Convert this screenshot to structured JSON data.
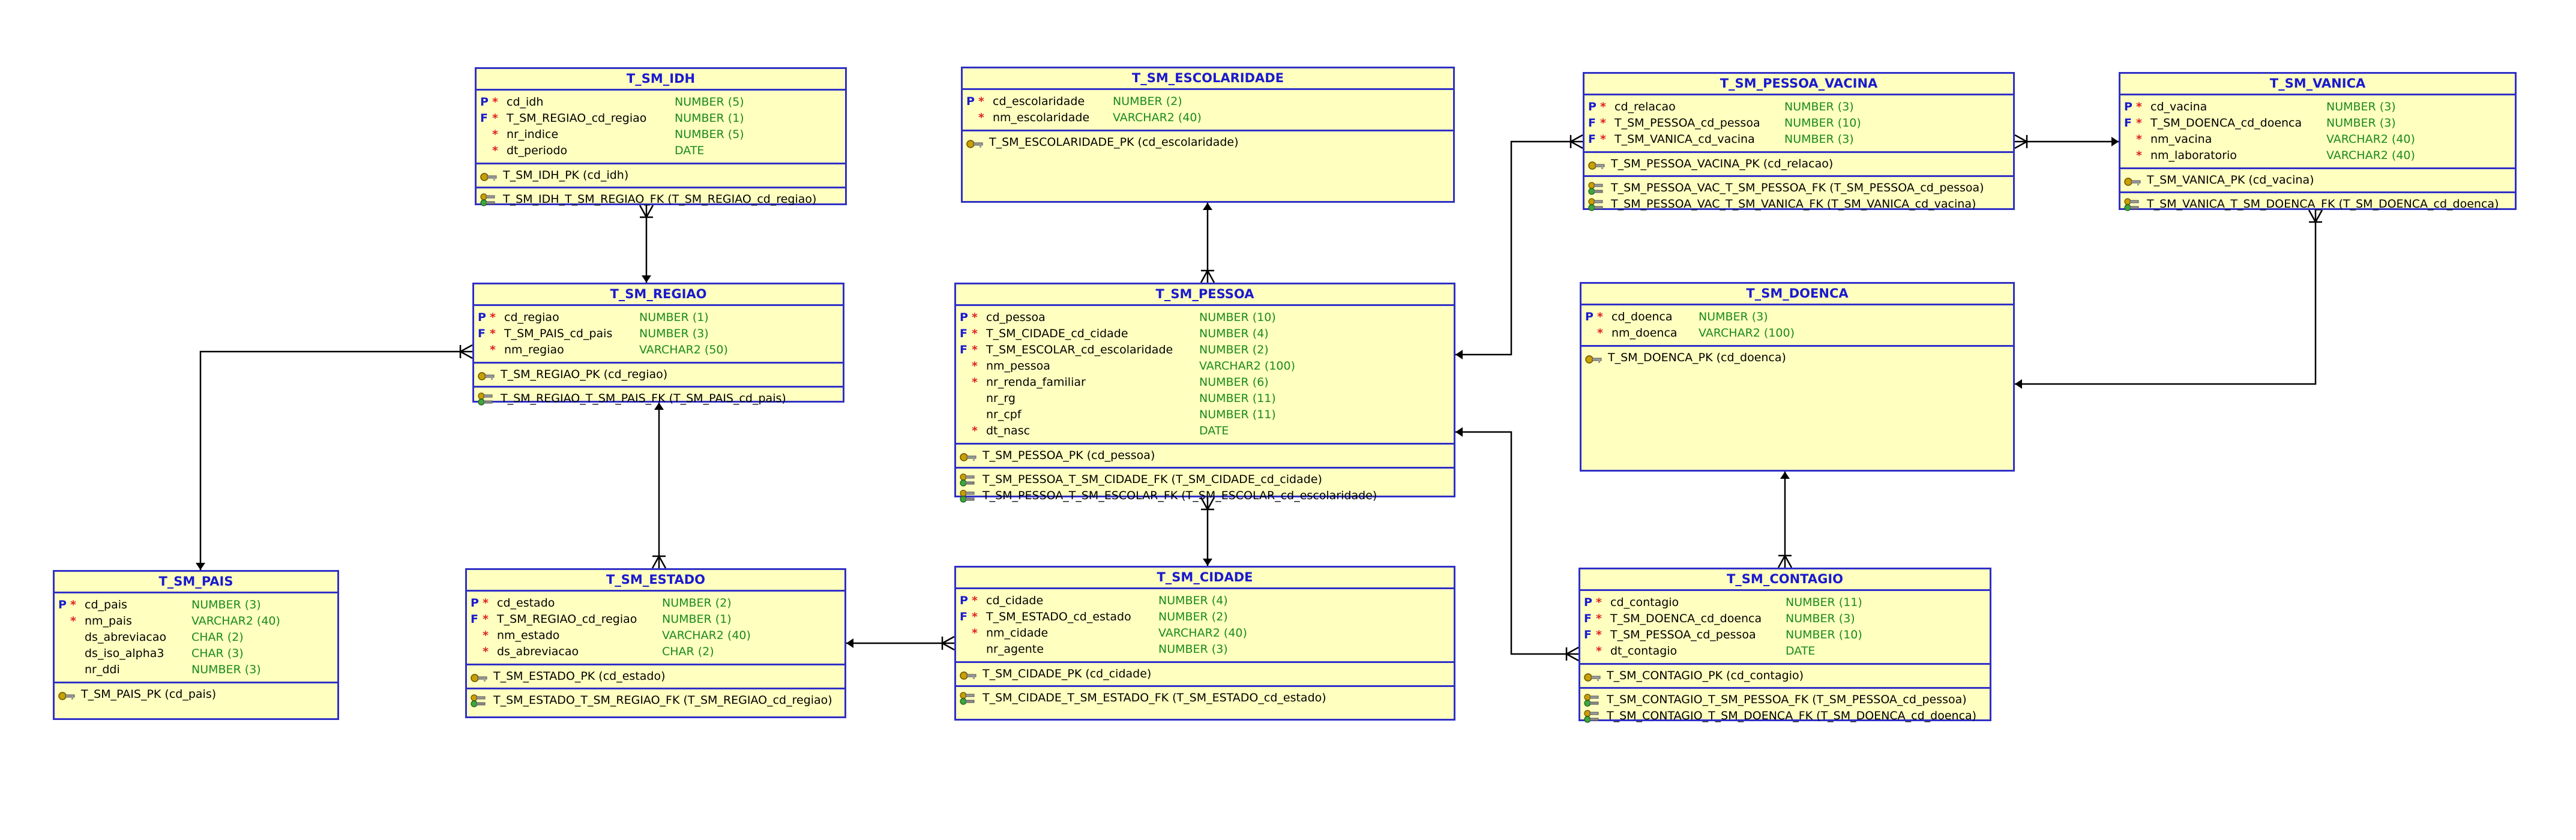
{
  "tables": [
    {
      "id": "t_idh",
      "name": "T_SM_IDH",
      "columns": [
        {
          "key": "P",
          "req": "*",
          "name": "cd_idh",
          "type": "NUMBER (5)"
        },
        {
          "key": "F",
          "req": "*",
          "name": "T_SM_REGIAO_cd_regiao",
          "type": "NUMBER (1)"
        },
        {
          "key": "",
          "req": "*",
          "name": "nr_indice",
          "type": "NUMBER (5)"
        },
        {
          "key": "",
          "req": "*",
          "name": "dt_periodo",
          "type": "DATE"
        }
      ],
      "pks": [
        "T_SM_IDH_PK (cd_idh)"
      ],
      "fks": [
        "T_SM_IDH_T_SM_REGIAO_FK (T_SM_REGIAO_cd_regiao)"
      ]
    },
    {
      "id": "t_regiao",
      "name": "T_SM_REGIAO",
      "columns": [
        {
          "key": "P",
          "req": "*",
          "name": "cd_regiao",
          "type": "NUMBER (1)"
        },
        {
          "key": "F",
          "req": "*",
          "name": "T_SM_PAIS_cd_pais",
          "type": "NUMBER (3)"
        },
        {
          "key": "",
          "req": "*",
          "name": "nm_regiao",
          "type": "VARCHAR2 (50)"
        }
      ],
      "pks": [
        "T_SM_REGIAO_PK (cd_regiao)"
      ],
      "fks": [
        "T_SM_REGIAO_T_SM_PAIS_FK (T_SM_PAIS_cd_pais)"
      ]
    },
    {
      "id": "t_pais",
      "name": "T_SM_PAIS",
      "columns": [
        {
          "key": "P",
          "req": "*",
          "name": "cd_pais",
          "type": "NUMBER (3)"
        },
        {
          "key": "",
          "req": "*",
          "name": "nm_pais",
          "type": "VARCHAR2 (40)"
        },
        {
          "key": "",
          "req": "",
          "name": "ds_abreviacao",
          "type": "CHAR (2)"
        },
        {
          "key": "",
          "req": "",
          "name": "ds_iso_alpha3",
          "type": "CHAR (3)"
        },
        {
          "key": "",
          "req": "",
          "name": "nr_ddi",
          "type": "NUMBER (3)"
        }
      ],
      "pks": [
        "T_SM_PAIS_PK (cd_pais)"
      ],
      "fks": []
    },
    {
      "id": "t_estado",
      "name": "T_SM_ESTADO",
      "columns": [
        {
          "key": "P",
          "req": "*",
          "name": "cd_estado",
          "type": "NUMBER (2)"
        },
        {
          "key": "F",
          "req": "*",
          "name": "T_SM_REGIAO_cd_regiao",
          "type": "NUMBER (1)"
        },
        {
          "key": "",
          "req": "*",
          "name": "nm_estado",
          "type": "VARCHAR2 (40)"
        },
        {
          "key": "",
          "req": "*",
          "name": "ds_abreviacao",
          "type": "CHAR (2)"
        }
      ],
      "pks": [
        "T_SM_ESTADO_PK (cd_estado)"
      ],
      "fks": [
        "T_SM_ESTADO_T_SM_REGIAO_FK (T_SM_REGIAO_cd_regiao)"
      ]
    },
    {
      "id": "t_escolaridade",
      "name": "T_SM_ESCOLARIDADE",
      "columns": [
        {
          "key": "P",
          "req": "*",
          "name": "cd_escolaridade",
          "type": "NUMBER (2)"
        },
        {
          "key": "",
          "req": "*",
          "name": "nm_escolaridade",
          "type": "VARCHAR2 (40)"
        }
      ],
      "pks": [
        "T_SM_ESCOLARIDADE_PK (cd_escolaridade)"
      ],
      "fks": []
    },
    {
      "id": "t_pessoa",
      "name": "T_SM_PESSOA",
      "columns": [
        {
          "key": "P",
          "req": "*",
          "name": "cd_pessoa",
          "type": "NUMBER (10)"
        },
        {
          "key": "F",
          "req": "*",
          "name": "T_SM_CIDADE_cd_cidade",
          "type": "NUMBER (4)"
        },
        {
          "key": "F",
          "req": "*",
          "name": "T_SM_ESCOLAR_cd_escolaridade",
          "type": "NUMBER (2)"
        },
        {
          "key": "",
          "req": "*",
          "name": "nm_pessoa",
          "type": "VARCHAR2 (100)"
        },
        {
          "key": "",
          "req": "*",
          "name": "nr_renda_familiar",
          "type": "NUMBER (6)"
        },
        {
          "key": "",
          "req": "",
          "name": "nr_rg",
          "type": "NUMBER (11)"
        },
        {
          "key": "",
          "req": "",
          "name": "nr_cpf",
          "type": "NUMBER (11)"
        },
        {
          "key": "",
          "req": "*",
          "name": "dt_nasc",
          "type": "DATE"
        }
      ],
      "pks": [
        "T_SM_PESSOA_PK (cd_pessoa)"
      ],
      "fks": [
        "T_SM_PESSOA_T_SM_CIDADE_FK (T_SM_CIDADE_cd_cidade)",
        "T_SM_PESSOA_T_SM_ESCOLAR_FK (T_SM_ESCOLAR_cd_escolaridade)"
      ]
    },
    {
      "id": "t_cidade",
      "name": "T_SM_CIDADE",
      "columns": [
        {
          "key": "P",
          "req": "*",
          "name": "cd_cidade",
          "type": "NUMBER (4)"
        },
        {
          "key": "F",
          "req": "*",
          "name": "T_SM_ESTADO_cd_estado",
          "type": "NUMBER (2)"
        },
        {
          "key": "",
          "req": "*",
          "name": "nm_cidade",
          "type": "VARCHAR2 (40)"
        },
        {
          "key": "",
          "req": "",
          "name": "nr_agente",
          "type": "NUMBER (3)"
        }
      ],
      "pks": [
        "T_SM_CIDADE_PK (cd_cidade)"
      ],
      "fks": [
        "T_SM_CIDADE_T_SM_ESTADO_FK (T_SM_ESTADO_cd_estado)"
      ]
    },
    {
      "id": "t_pessoa_vacina",
      "name": "T_SM_PESSOA_VACINA",
      "columns": [
        {
          "key": "P",
          "req": "*",
          "name": "cd_relacao",
          "type": "NUMBER (3)"
        },
        {
          "key": "F",
          "req": "*",
          "name": "T_SM_PESSOA_cd_pessoa",
          "type": "NUMBER (10)"
        },
        {
          "key": "F",
          "req": "*",
          "name": "T_SM_VANICA_cd_vacina",
          "type": "NUMBER (3)"
        }
      ],
      "pks": [
        "T_SM_PESSOA_VACINA_PK (cd_relacao)"
      ],
      "fks": [
        "T_SM_PESSOA_VAC_T_SM_PESSOA_FK (T_SM_PESSOA_cd_pessoa)",
        "T_SM_PESSOA_VAC_T_SM_VANICA_FK (T_SM_VANICA_cd_vacina)"
      ]
    },
    {
      "id": "t_vanica",
      "name": "T_SM_VANICA",
      "columns": [
        {
          "key": "P",
          "req": "*",
          "name": "cd_vacina",
          "type": "NUMBER (3)"
        },
        {
          "key": "F",
          "req": "*",
          "name": "T_SM_DOENCA_cd_doenca",
          "type": "NUMBER (3)"
        },
        {
          "key": "",
          "req": "*",
          "name": "nm_vacina",
          "type": "VARCHAR2 (40)"
        },
        {
          "key": "",
          "req": "*",
          "name": "nm_laboratorio",
          "type": "VARCHAR2 (40)"
        }
      ],
      "pks": [
        "T_SM_VANICA_PK (cd_vacina)"
      ],
      "fks": [
        "T_SM_VANICA_T_SM_DOENCA_FK (T_SM_DOENCA_cd_doenca)"
      ]
    },
    {
      "id": "t_doenca",
      "name": "T_SM_DOENCA",
      "columns": [
        {
          "key": "P",
          "req": "*",
          "name": "cd_doenca",
          "type": "NUMBER (3)"
        },
        {
          "key": "",
          "req": "*",
          "name": "nm_doenca",
          "type": "VARCHAR2 (100)"
        }
      ],
      "pks": [
        "T_SM_DOENCA_PK (cd_doenca)"
      ],
      "fks": []
    },
    {
      "id": "t_contagio",
      "name": "T_SM_CONTAGIO",
      "columns": [
        {
          "key": "P",
          "req": "*",
          "name": "cd_contagio",
          "type": "NUMBER (11)"
        },
        {
          "key": "F",
          "req": "*",
          "name": "T_SM_DOENCA_cd_doenca",
          "type": "NUMBER (3)"
        },
        {
          "key": "F",
          "req": "*",
          "name": "T_SM_PESSOA_cd_pessoa",
          "type": "NUMBER (10)"
        },
        {
          "key": "",
          "req": "*",
          "name": "dt_contagio",
          "type": "DATE"
        }
      ],
      "pks": [
        "T_SM_CONTAGIO_PK (cd_contagio)"
      ],
      "fks": [
        "T_SM_CONTAGIO_T_SM_PESSOA_FK (T_SM_PESSOA_cd_pessoa)",
        "T_SM_CONTAGIO_T_SM_DOENCA_FK (T_SM_DOENCA_cd_doenca)"
      ]
    }
  ],
  "icons": {
    "pk": "key-icon",
    "fk": "foreign-key-icon"
  },
  "colors": {
    "box_fill": "#ffffc0",
    "box_border": "#3030c8",
    "title": "#1a1ad0",
    "datatype": "#1a8a1a",
    "required": "#e02020",
    "line": "#000000"
  }
}
